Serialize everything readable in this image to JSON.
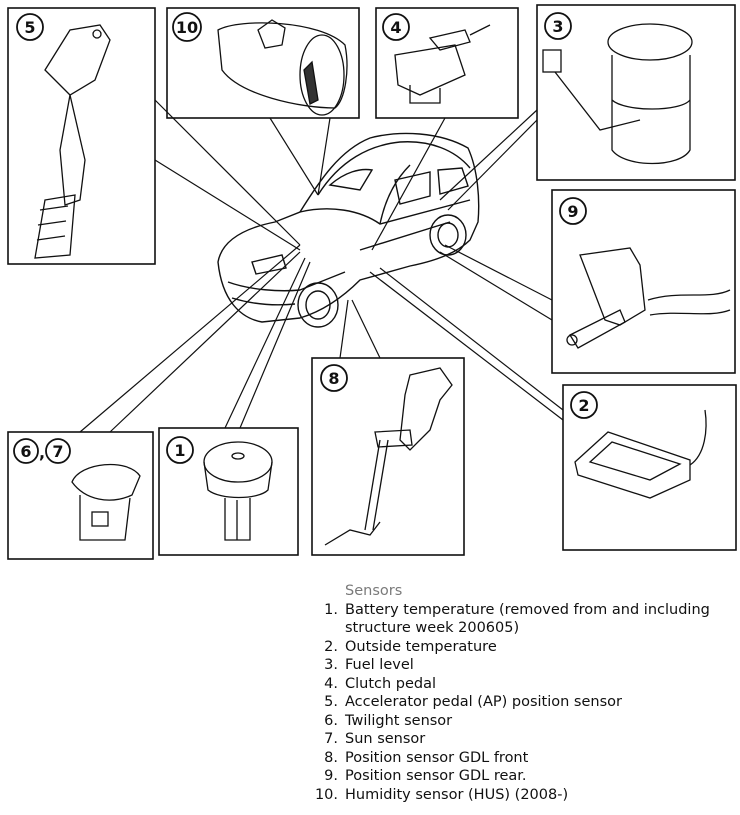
{
  "callouts": {
    "c1": "1",
    "c2": "2",
    "c3": "3",
    "c4": "4",
    "c5": "5",
    "c6": "6",
    "c7": "7",
    "c8": "8",
    "c9": "9",
    "c10": "10",
    "comma": ","
  },
  "legend": {
    "title": "Sensors",
    "items": [
      {
        "num": "1.",
        "text": "Battery temperature (removed from and including structure week 200605)"
      },
      {
        "num": "2.",
        "text": "Outside temperature"
      },
      {
        "num": "3.",
        "text": "Fuel level"
      },
      {
        "num": "4.",
        "text": "Clutch pedal"
      },
      {
        "num": "5.",
        "text": "Accelerator pedal (AP) position sensor"
      },
      {
        "num": "6.",
        "text": "Twilight sensor"
      },
      {
        "num": "7.",
        "text": "Sun sensor"
      },
      {
        "num": "8.",
        "text": "Position sensor GDL front"
      },
      {
        "num": "9.",
        "text": "Position sensor GDL rear."
      },
      {
        "num": "10.",
        "text": "Humidity sensor (HUS) (2008-)"
      }
    ]
  }
}
